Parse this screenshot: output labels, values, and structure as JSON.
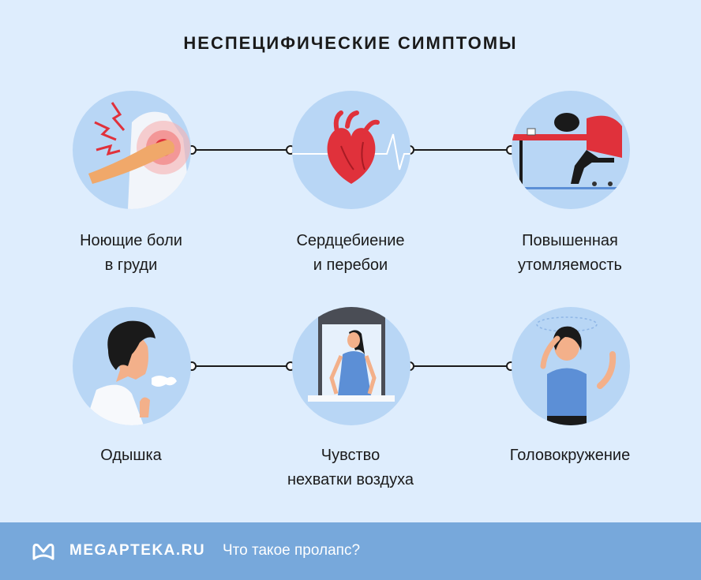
{
  "title": "НЕСПЕЦИФИЧЕСКИЕ СИМПТОМЫ",
  "symptoms": [
    {
      "icon": "chest-pain-icon",
      "lines": [
        "Ноющие боли",
        "в груди"
      ]
    },
    {
      "icon": "heart-pulse-icon",
      "lines": [
        "Сердцебиение",
        "и перебои"
      ]
    },
    {
      "icon": "fatigue-icon",
      "lines": [
        "Повышенная",
        "утомляемость"
      ]
    },
    {
      "icon": "shortness-of-breath-icon",
      "lines": [
        "Одышка"
      ]
    },
    {
      "icon": "window-air-icon",
      "lines": [
        "Чувство",
        "нехватки воздуха"
      ]
    },
    {
      "icon": "dizziness-icon",
      "lines": [
        "Головокружение"
      ]
    }
  ],
  "footer": {
    "brand": "MEGAPTEKA.RU",
    "subtitle": "Что такое пролапс?"
  },
  "colors": {
    "background": "#deedfd",
    "circle": "#b8d6f5",
    "footer": "#77a8db",
    "accent_red": "#e0313b",
    "accent_blue": "#5c8fd6"
  }
}
